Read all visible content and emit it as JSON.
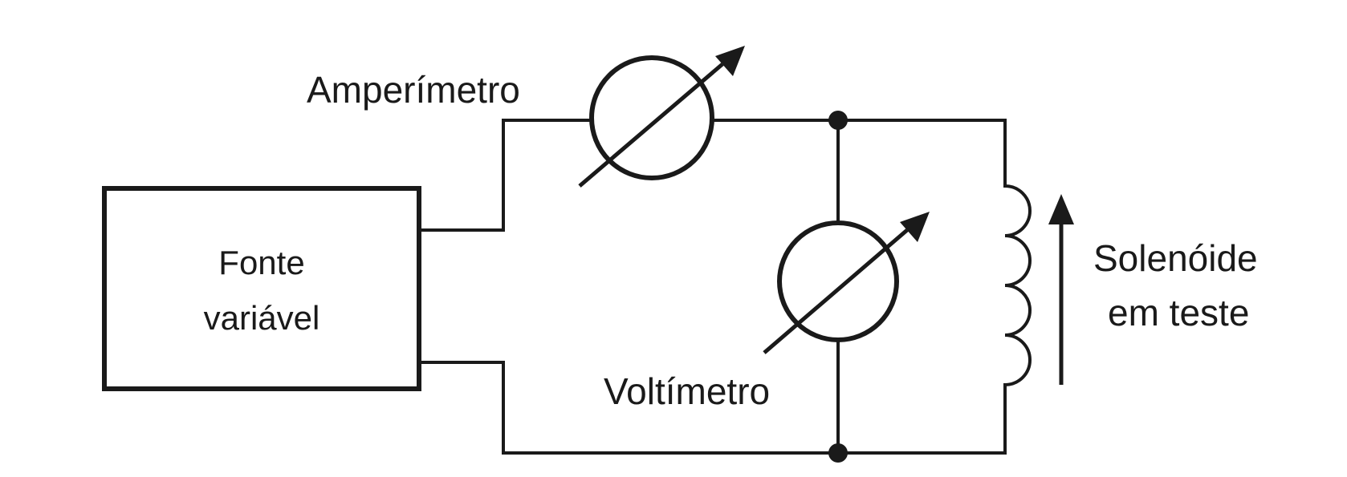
{
  "labels": {
    "source_line1": "Fonte",
    "source_line2": "variável",
    "ammeter": "Amperímetro",
    "voltmeter": "Voltímetro",
    "solenoid_line1": "Solenóide",
    "solenoid_line2": "em teste"
  },
  "colors": {
    "ink": "#1a1a1a",
    "background": "#ffffff"
  }
}
